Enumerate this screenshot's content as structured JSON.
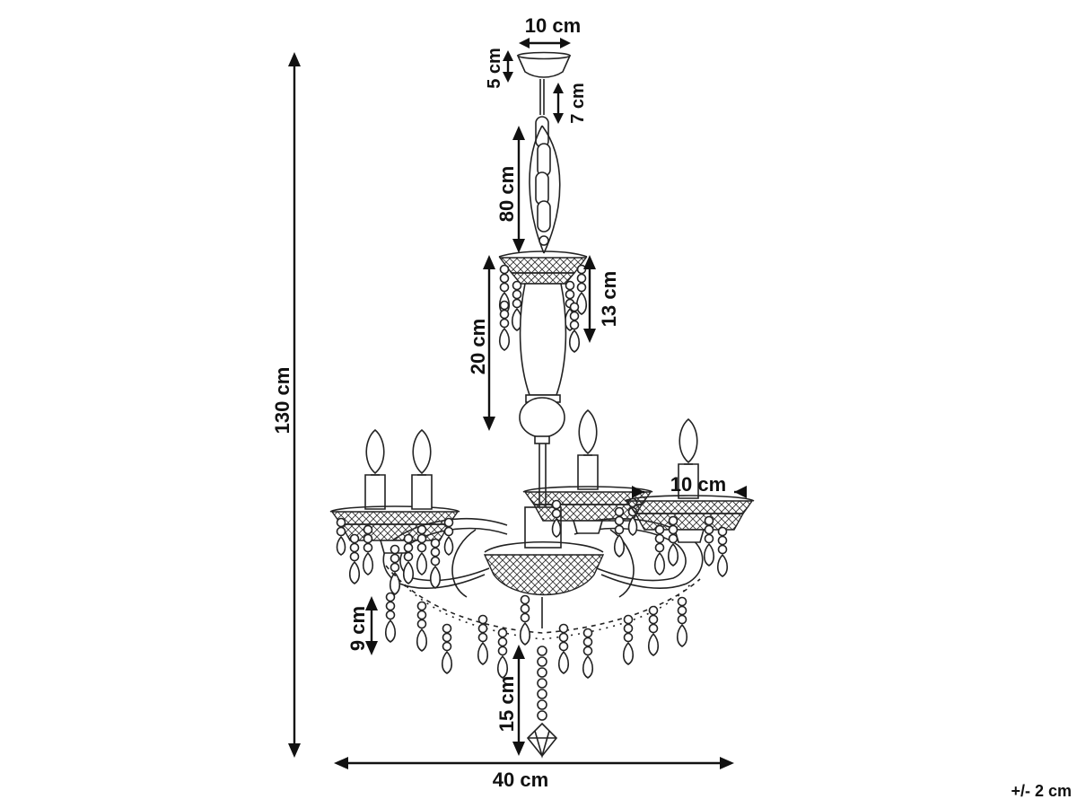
{
  "dimensions": {
    "canopy_width": "10 cm",
    "canopy_height": "5 cm",
    "rod": "7 cm",
    "chain": "80 cm",
    "crown_drops": "13 cm",
    "column": "20 cm",
    "total_height": "130 cm",
    "cup_width": "10 cm",
    "arm_drops": "9 cm",
    "bottom_drop": "15 cm",
    "total_width": "40 cm"
  },
  "tolerance": "+/- 2 cm"
}
